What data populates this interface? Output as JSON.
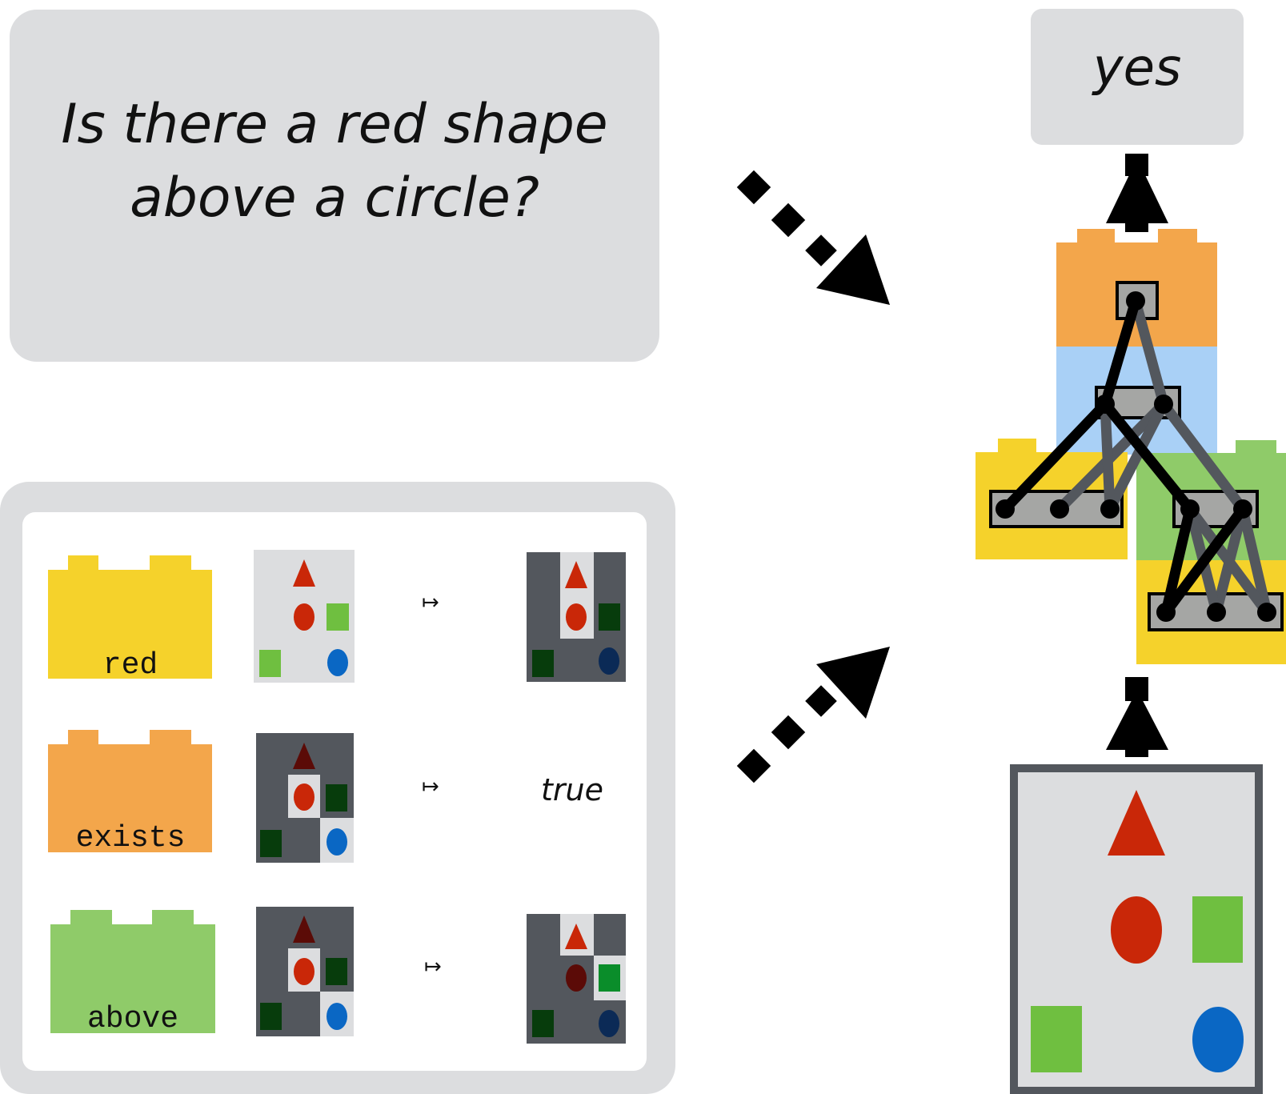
{
  "question": {
    "line1": "Is there a red shape",
    "line2": "above a circle?"
  },
  "answer": "yes",
  "modules": [
    {
      "label": "red"
    },
    {
      "label": "exists",
      "output": "true"
    },
    {
      "label": "above"
    }
  ],
  "maps_to_symbol": "↦",
  "colors": {
    "red_module": "#f5d22b",
    "exists_module": "#f3a64b",
    "above_module": "#8fcb69",
    "panel_gray": "#dcdddf",
    "dark_gray": "#53575d",
    "shape_red": "#c92708",
    "shape_green": "#6fbf40",
    "shape_blue": "#0a67c4"
  }
}
